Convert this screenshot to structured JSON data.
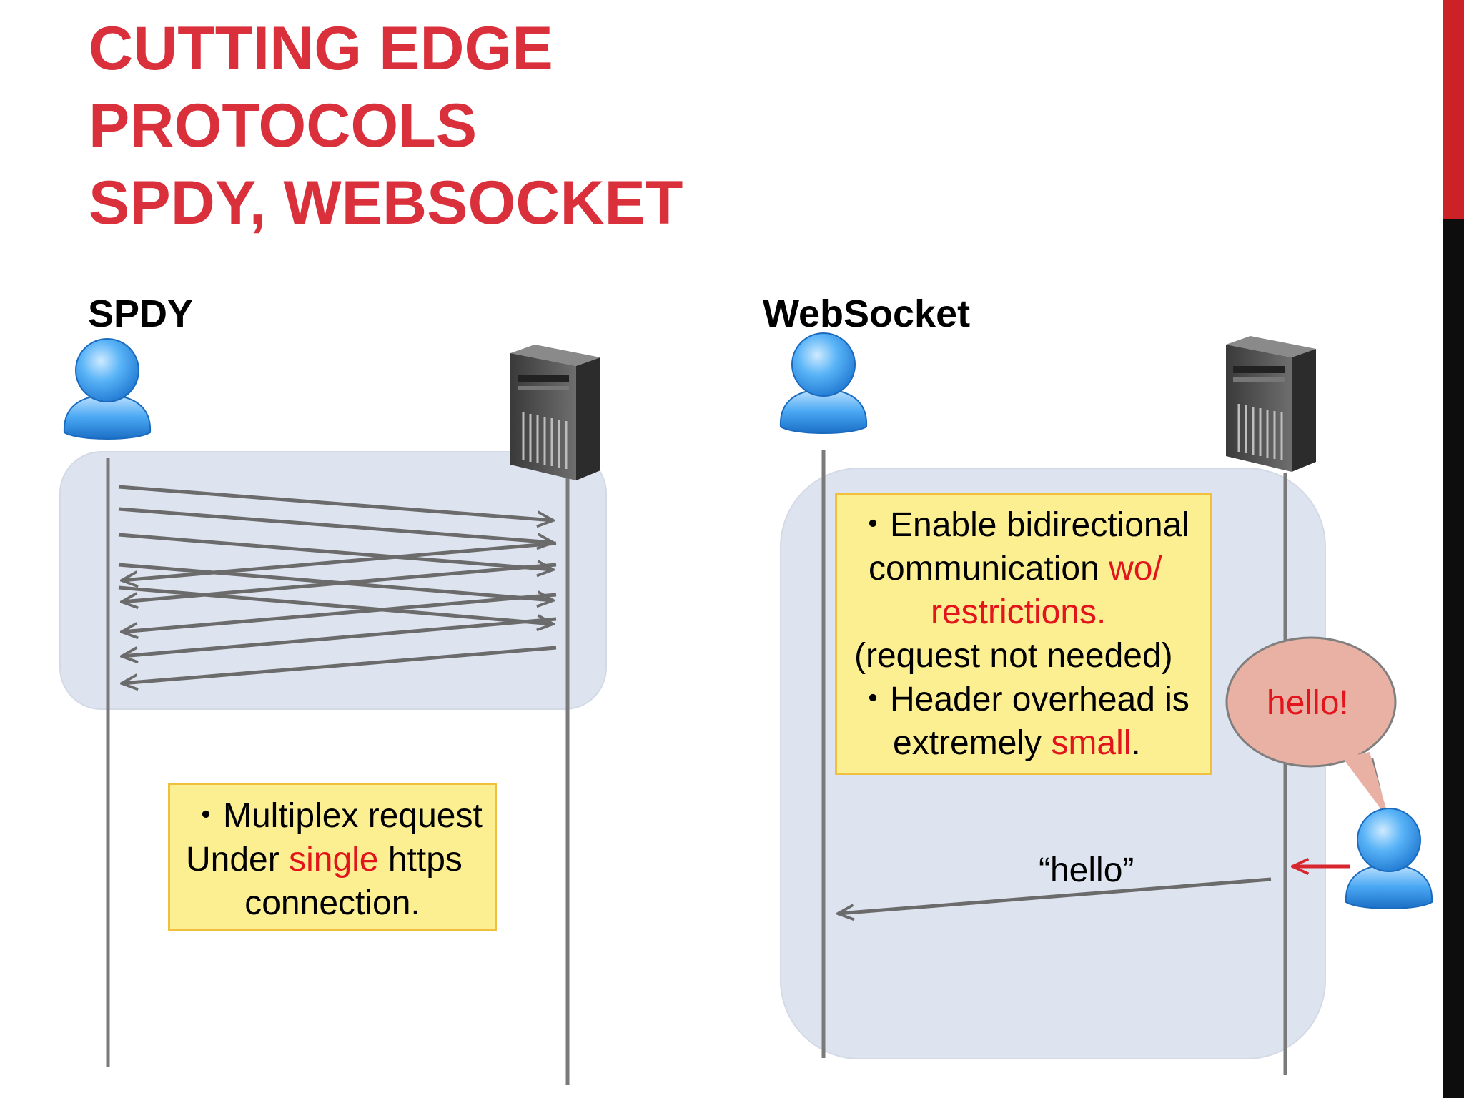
{
  "title": {
    "line1": "CUTTING EDGE",
    "line2": "PROTOCOLS",
    "line3": "SPDY, WEBSOCKET"
  },
  "spdy": {
    "heading": "SPDY",
    "note": {
      "line1": "・Multiplex request",
      "line2_pre": "Under ",
      "line2_highlight": "single",
      "line2_post": " https",
      "line3": "connection."
    }
  },
  "websocket": {
    "heading": "WebSocket",
    "note": {
      "line1": "・Enable bidirectional",
      "line2_pre": "communication ",
      "line2_highlight": "wo/",
      "line3_highlight": "restrictions.",
      "line4": "(request not needed)",
      "line5": "・Header overhead is",
      "line6_pre": "extremely ",
      "line6_highlight": "small",
      "line6_post": "."
    },
    "message": "“hello”",
    "bubble": "hello!"
  },
  "colors": {
    "title": "#d9303c",
    "accent_red": "#e3151c",
    "note_fill": "#fcef91",
    "note_border": "#f0bf3e",
    "panel_fill": "#dde3ef",
    "arrow": "#6b6b6b",
    "bubble_fill": "#e9b1a4",
    "user_icon": "#3a9ff0",
    "server_icon": "#555555",
    "edge_bar_red": "#cc2127",
    "edge_bar_black": "#0d0d0d"
  },
  "icons": [
    "user-icon",
    "server-icon",
    "speech-bubble-icon"
  ]
}
